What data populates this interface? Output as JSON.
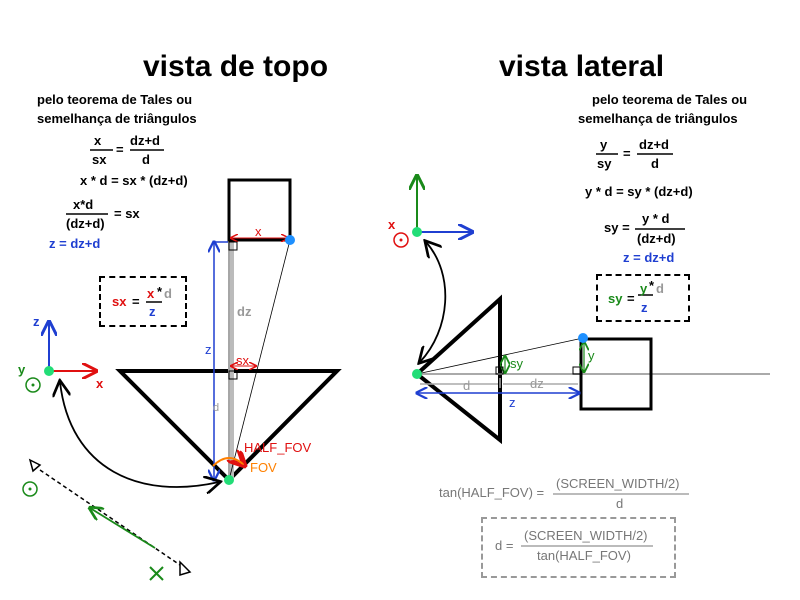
{
  "top_view": {
    "title": "vista de topo",
    "thales_line1": "pelo teorema de Tales ou",
    "thales_line2": "semelhança de triângulos",
    "eq1": {
      "num_left": "x",
      "den_left": "sx",
      "eq": "=",
      "num_right": "dz+d",
      "den_right": "d"
    },
    "eq2": "x * d = sx * (dz+d)",
    "eq3": {
      "num": "x*d",
      "den": "(dz+d)",
      "rhs": "= sx"
    },
    "eq4": "z = dz+d",
    "box": {
      "lhs": "sx",
      "eq": "=",
      "num_x": "x",
      "num_star": "*",
      "num_d": "d",
      "den": "z"
    },
    "labels": {
      "axis_z": "z",
      "axis_y": "y",
      "axis_x": "x",
      "obj_x": "x",
      "dz": "dz",
      "z": "z",
      "sx": "sx",
      "d": "d",
      "half_fov": "HALF_FOV",
      "fov": "FOV"
    }
  },
  "side_view": {
    "title": "vista lateral",
    "thales_line1": "pelo teorema de Tales ou",
    "thales_line2": "semelhança de triângulos",
    "eq1": {
      "num_left": "y",
      "den_left": "sy",
      "eq": "=",
      "num_right": "dz+d",
      "den_right": "d"
    },
    "eq2": "y * d = sy * (dz+d)",
    "eq3": {
      "lhs": "sy =",
      "num": "y * d",
      "den": "(dz+d)"
    },
    "eq4": "z = dz+d",
    "box": {
      "lhs": "sy",
      "eq": "=",
      "num_y": "y",
      "num_star": "*",
      "num_d": "d",
      "den": "z"
    },
    "labels": {
      "axis_x": "x",
      "sy": "sy",
      "y": "y",
      "d": "d",
      "dz": "dz",
      "z": "z"
    }
  },
  "fov_formula": {
    "lhs": "tan(HALF_FOV) =",
    "num": "(SCREEN_WIDTH/2)",
    "den": "d",
    "box_lhs": "d =",
    "box_num": "(SCREEN_WIDTH/2)",
    "box_den": "tan(HALF_FOV)"
  },
  "colors": {
    "blue": "#1f3fd1",
    "red": "#e01010",
    "green": "#1a8a1a",
    "green_dot": "#22dd77",
    "point_blue": "#1e90ff",
    "orange": "#ff8000",
    "grey": "#999999"
  }
}
